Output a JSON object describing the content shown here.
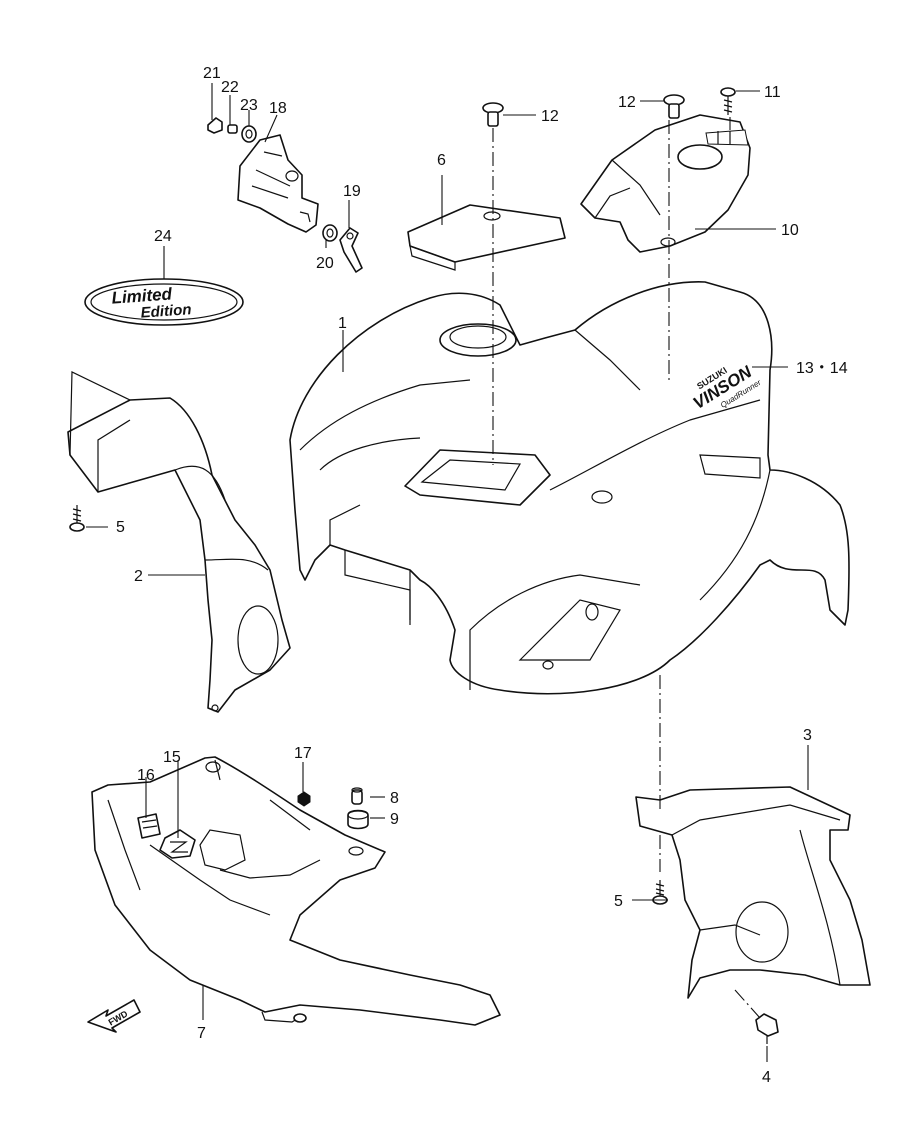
{
  "callouts": [
    {
      "key": "c1",
      "text": "1"
    },
    {
      "key": "c2",
      "text": "2"
    },
    {
      "key": "c3",
      "text": "3"
    },
    {
      "key": "c4",
      "text": "4"
    },
    {
      "key": "c5a",
      "text": "5"
    },
    {
      "key": "c5b",
      "text": "5"
    },
    {
      "key": "c6",
      "text": "6"
    },
    {
      "key": "c7",
      "text": "7"
    },
    {
      "key": "c8",
      "text": "8"
    },
    {
      "key": "c9",
      "text": "9"
    },
    {
      "key": "c10",
      "text": "10"
    },
    {
      "key": "c11",
      "text": "11"
    },
    {
      "key": "c12a",
      "text": "12"
    },
    {
      "key": "c12b",
      "text": "12"
    },
    {
      "key": "c1314",
      "text": "13・14"
    },
    {
      "key": "c15",
      "text": "15"
    },
    {
      "key": "c16",
      "text": "16"
    },
    {
      "key": "c17",
      "text": "17"
    },
    {
      "key": "c18",
      "text": "18"
    },
    {
      "key": "c19",
      "text": "19"
    },
    {
      "key": "c20",
      "text": "20"
    },
    {
      "key": "c21",
      "text": "21"
    },
    {
      "key": "c22",
      "text": "22"
    },
    {
      "key": "c23",
      "text": "23"
    },
    {
      "key": "c24",
      "text": "24"
    }
  ],
  "emblem": {
    "line1": "Limited",
    "line2": "Edition"
  },
  "decal": {
    "brand": "SUZUKI",
    "model": "VINSON",
    "sub": "QuadRunner"
  },
  "fwd_arrow": {
    "text": "FWD"
  }
}
